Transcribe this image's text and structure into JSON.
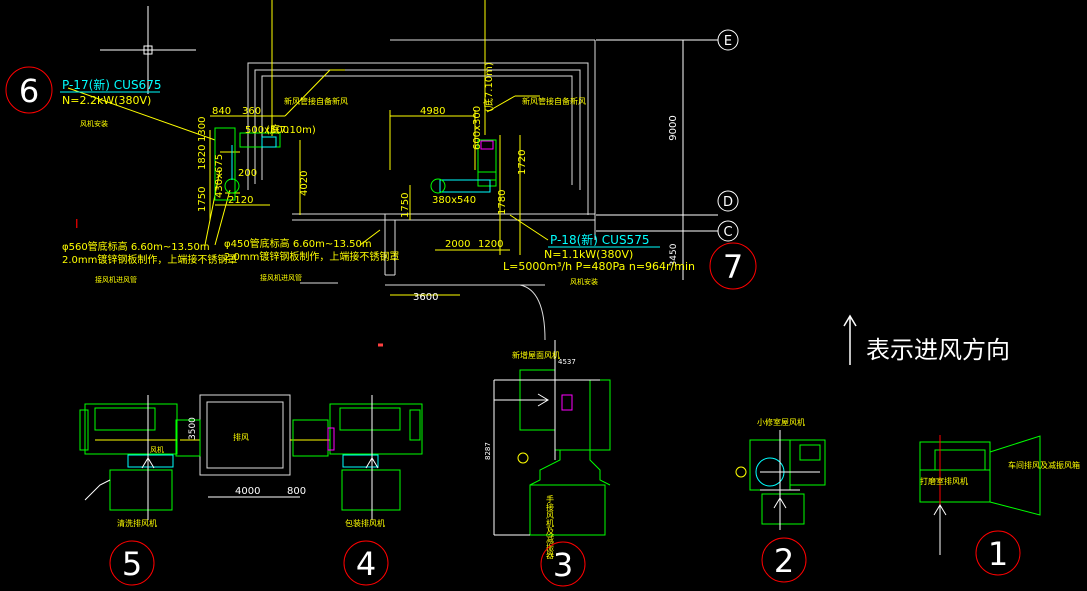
{
  "colors": {
    "background": "#000000",
    "wall": "#ffffff",
    "duct": "#00ff00",
    "dimension": "#ffff00",
    "annotation": "#00ffff",
    "marker": "#ff0000"
  },
  "axis_labels": {
    "e": "E",
    "d": "D",
    "c": "C"
  },
  "unit_left": {
    "tag": "P-17",
    "tag_suffix": "(新)",
    "model": "CUS675",
    "power": "N=2.2kW(380V)",
    "spec": "风机安装"
  },
  "unit_right": {
    "tag": "P-18",
    "tag_suffix": "(新)",
    "model": "CUS575",
    "power": "N=1.1kW(380V)",
    "perf": "L=5000m³/h  P=480Pa  n=964r/min",
    "spec": "风机安装"
  },
  "dims": {
    "d840": "840",
    "d360": "360",
    "d4980": "4980",
    "d9000": "9000",
    "d2120": "2120",
    "d4020": "4020",
    "d1750a": "1750",
    "d1750b": "1750",
    "d2000": "2000",
    "d1200": "1200",
    "d3600": "3600",
    "d3450": "3450",
    "d4000": "4000",
    "d800": "800",
    "d3500": "3500",
    "d4537": "4537",
    "d8287": "8287",
    "d1820": "1820",
    "d1300": "1300",
    "d430x675": "430x675",
    "d600x300": "600x300",
    "d380x540": "380x540",
    "d500x500": "500x500",
    "d200": "200",
    "d1720": "1720",
    "d1780": "1780"
  },
  "notes": {
    "duct_note_1": "新风管接自备新风",
    "duct_note_2": "新风管接自备新风",
    "pipe_560": "φ560管底标高 6.60m~13.50m",
    "pipe_450": "φ450管底标高 6.60m~13.50m",
    "thick_1": "2.0mm镀锌钢板制作，上端接不锈钢罩",
    "thick_2": "2.0mm镀锌钢板制作，上端接不锈钢罩",
    "sub_1": "接风机进风管",
    "sub_2": "接风机进风管",
    "elev_left": "(底7.10m)",
    "elev_right": "(底7.10m)"
  },
  "legend": {
    "arrow_text": "表示进风方向"
  },
  "details": {
    "d5_label": "清洗排风机",
    "d4_label": "包装排风机",
    "d4_inner": "排风",
    "d3_top": "新增屋面风机",
    "d3_body": "手接风机及减振器",
    "d2_top": "小修室屋风机",
    "d1_top": "打磨室排风机",
    "d1_side": "车间排风及减振风箱",
    "d5_box": "风机"
  },
  "markers": {
    "m6": "6",
    "m7": "7",
    "m5": "5",
    "m4": "4",
    "m3": "3",
    "m2": "2",
    "m1": "1"
  }
}
